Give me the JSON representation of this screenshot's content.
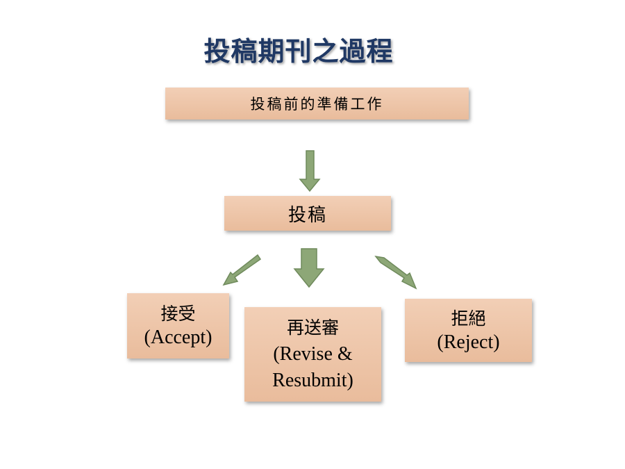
{
  "title": "投稿期刊之過程",
  "nodes": {
    "prep": {
      "label": "投稿前的準備工作"
    },
    "submit": {
      "label": "投稿"
    },
    "accept": {
      "label_zh": "接受",
      "label_en": "(Accept)"
    },
    "revise": {
      "label_zh": "再送審",
      "label_en_1": "(Revise &",
      "label_en_2": "Resubmit)"
    },
    "reject": {
      "label_zh": "拒絕",
      "label_en": "(Reject)"
    }
  },
  "colors": {
    "title": "#1f3864",
    "box_fill": "#edc4a7",
    "arrow_fill": "#8da777",
    "arrow_stroke": "#6f8a5c"
  }
}
